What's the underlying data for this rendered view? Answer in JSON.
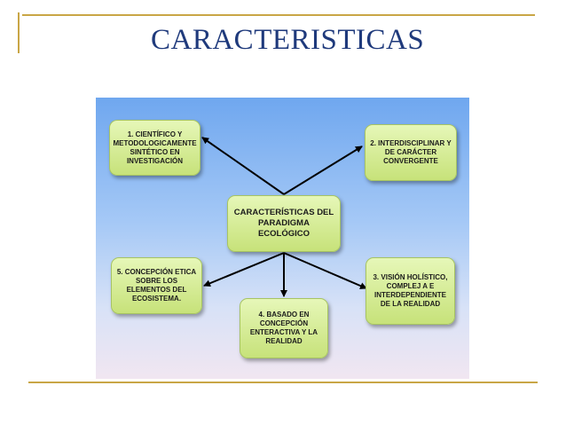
{
  "slide": {
    "title": "CARACTERISTICAS"
  },
  "diagram": {
    "center": "CARACTERÍSTICAS DEL PARADIGMA ECOLÓGICO",
    "nodes": [
      "1. CIENTÍFICO Y METODOLOGICAMENTE SINTÉTICO EN INVESTIGACIÓN",
      "2. INTERDISCIPLINAR Y DE CARÁCTER CONVERGENTE",
      "3. VISIÓN HOLÍSTICO, COMPLEJ A E INTERDEPENDIENTE DE LA REALIDAD",
      "4. BASADO EN CONCEPCIÓN ENTERACTIVA Y LA REALIDAD",
      "5. CONCEPCIÓN ETICA SOBRE LOS ELEMENTOS DEL ECOSISTEMA."
    ]
  },
  "colors": {
    "title": "#1f3a7c",
    "frame": "#c9a646",
    "node_fill": "#c7e27a",
    "arrow": "#000000"
  }
}
